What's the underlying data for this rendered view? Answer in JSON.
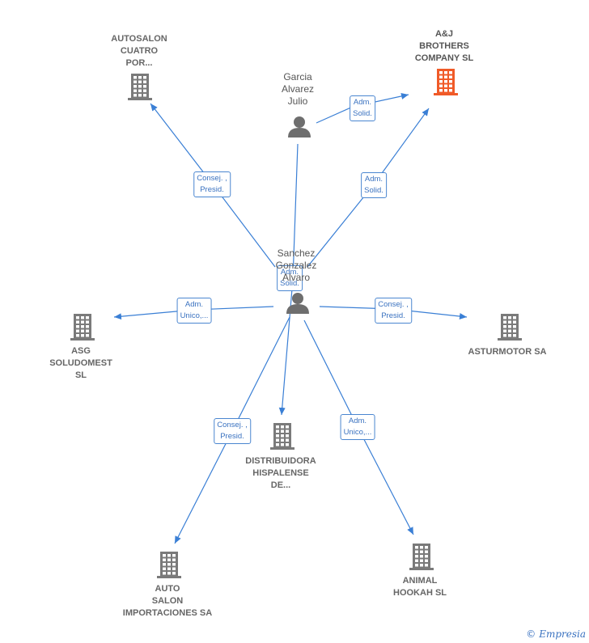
{
  "colors": {
    "edge": "#3a7fd5",
    "building": "#7a7a7a",
    "building_highlight": "#f05a28",
    "person": "#6e6e6e"
  },
  "nodes": {
    "autosalon": {
      "label": "AUTOSALON\nCUATRO\nPOR...",
      "icon": "building-icon"
    },
    "aj_brothers": {
      "label": "A&J\nBROTHERS\nCOMPANY  SL",
      "icon": "building-icon",
      "highlight": true
    },
    "garcia": {
      "label": "Garcia\nAlvarez\nJulio",
      "icon": "person-icon"
    },
    "sanchez": {
      "label": "Sanchez\nGonzalez\nAlvaro",
      "icon": "person-icon"
    },
    "asg": {
      "label": "ASG\nSOLUDOMEST\nSL",
      "icon": "building-icon"
    },
    "asturmotor": {
      "label": "ASTURMOTOR SA",
      "icon": "building-icon"
    },
    "distribuidora": {
      "label": "DISTRIBUIDORA\nHISPALENSE\nDE...",
      "icon": "building-icon"
    },
    "auto_salon": {
      "label": "AUTO\nSALON\nIMPORTACIONES SA",
      "icon": "building-icon"
    },
    "animal_hookah": {
      "label": "ANIMAL\nHOOKAH  SL",
      "icon": "building-icon"
    }
  },
  "edges": {
    "garcia_aj": {
      "label": "Adm.\nSolid."
    },
    "sanchez_autosalon": {
      "label": "Consej. ,\nPresid."
    },
    "sanchez_aj": {
      "label": "Adm.\nSolid."
    },
    "garcia_distribuidora": {
      "label": "Adm.\nSolid."
    },
    "sanchez_asg": {
      "label": "Adm.\nUnico,..."
    },
    "sanchez_asturmotor": {
      "label": "Consej. ,\nPresid."
    },
    "sanchez_auto_salon": {
      "label": "Consej. ,\nPresid."
    },
    "sanchez_animal": {
      "label": "Adm.\nUnico,..."
    }
  },
  "watermark": {
    "symbol": "©",
    "brand": "Empresia"
  }
}
